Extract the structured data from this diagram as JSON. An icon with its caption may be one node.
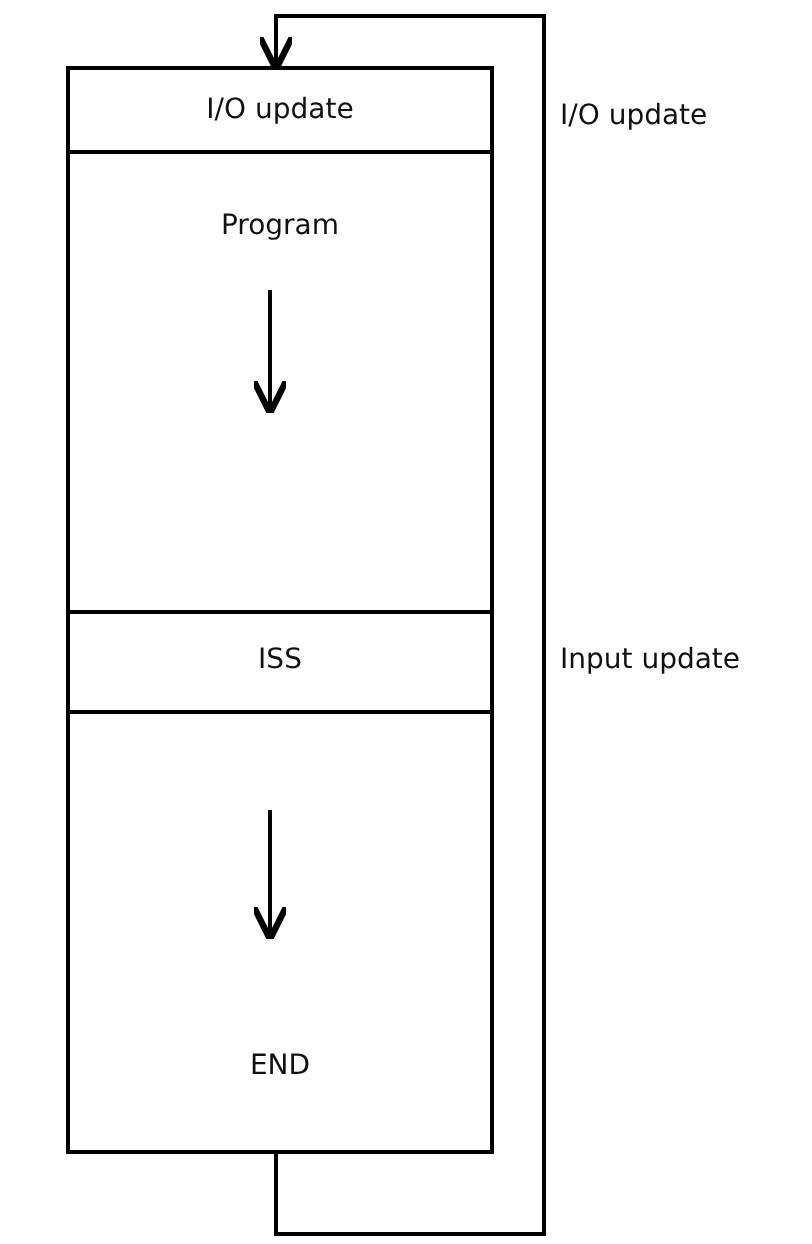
{
  "diagram": {
    "nodes": [
      {
        "text": [
          "I/O update"
        ],
        "beside": [
          "I/O update"
        ]
      },
      {
        "text": [
          "Program"
        ]
      },
      {
        "text": [
          "ISS"
        ],
        "beside": [
          "Input update"
        ]
      },
      {
        "text": [
          "END"
        ]
      }
    ],
    "edges": [
      {
        "from": 3,
        "to": 0,
        "arrow": "to"
      }
    ]
  }
}
